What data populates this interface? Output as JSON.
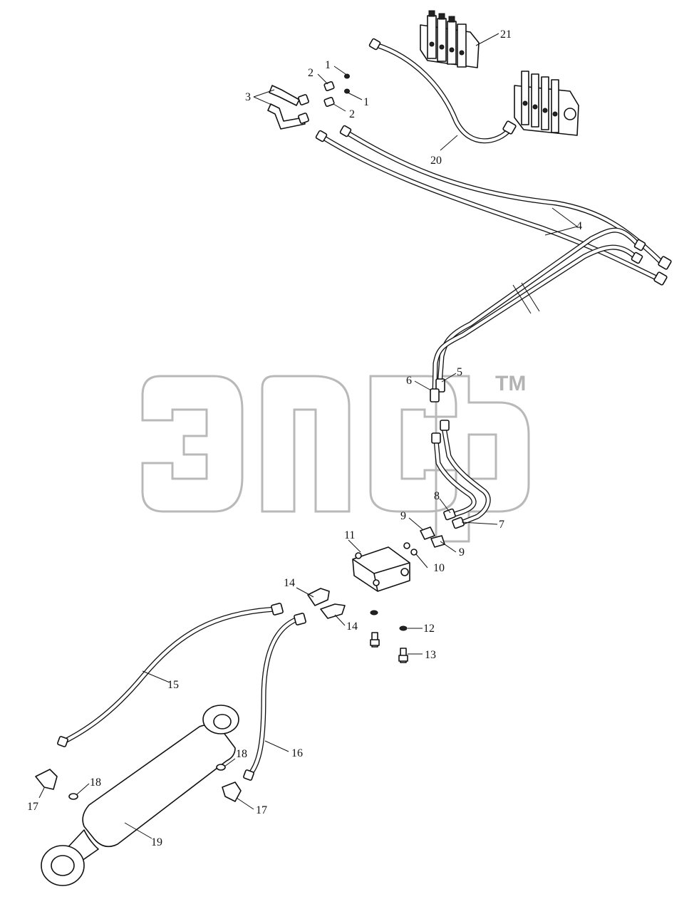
{
  "watermark": {
    "mark": "TM"
  },
  "callouts": {
    "c1a": "1",
    "c1b": "1",
    "c2a": "2",
    "c2b": "2",
    "c3": "3",
    "c4": "4",
    "c5": "5",
    "c6": "6",
    "c7": "7",
    "c8": "8",
    "c9a": "9",
    "c9b": "9",
    "c10": "10",
    "c11": "11",
    "c12": "12",
    "c13": "13",
    "c14a": "14",
    "c14b": "14",
    "c15": "15",
    "c16": "16",
    "c17a": "17",
    "c17b": "17",
    "c18a": "18",
    "c18b": "18",
    "c19": "19",
    "c20": "20",
    "c21": "21"
  }
}
